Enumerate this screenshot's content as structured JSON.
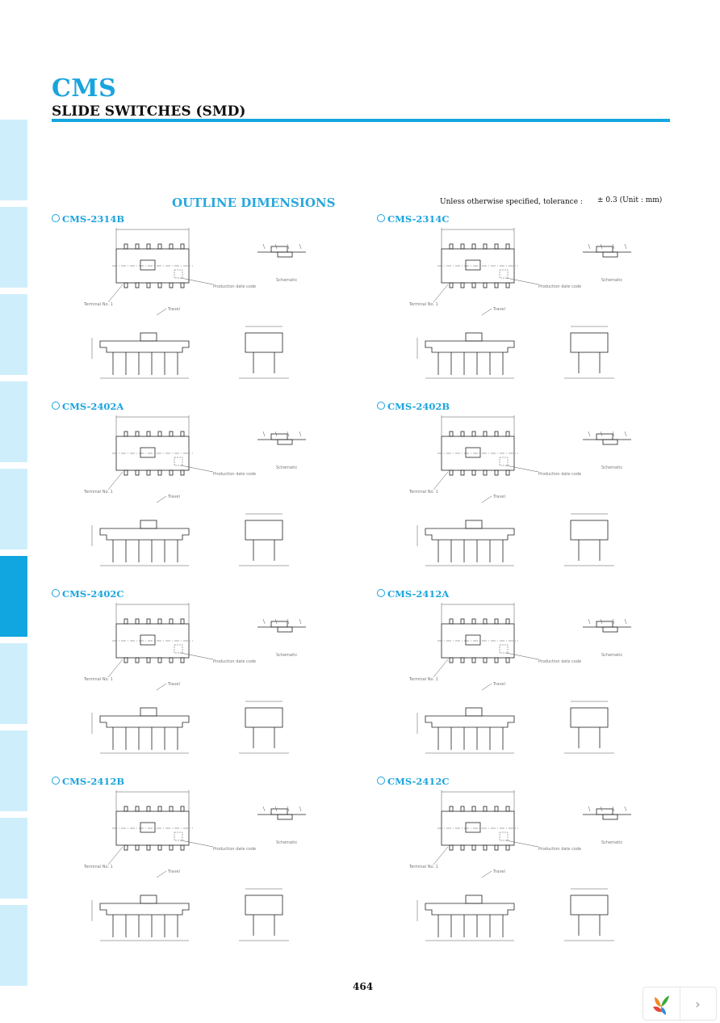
{
  "header": {
    "brand": "CMS",
    "subtitle": "SLIDE SWITCHES (SMD)"
  },
  "section": {
    "title": "OUTLINE DIMENSIONS",
    "tolerance_text": "Unless otherwise specified, tolerance :",
    "tolerance_value": "± 0.3 (Unit : mm)"
  },
  "labels": {
    "terminal": "Terminal No. 1",
    "production": "Production date code",
    "schematic": "Schematic",
    "travel": "Travel"
  },
  "models": [
    {
      "name": "CMS-2314B"
    },
    {
      "name": "CMS-2314C"
    },
    {
      "name": "CMS-2402A"
    },
    {
      "name": "CMS-2402B"
    },
    {
      "name": "CMS-2402C"
    },
    {
      "name": "CMS-2412A"
    },
    {
      "name": "CMS-2412B"
    },
    {
      "name": "CMS-2412C"
    }
  ],
  "footer": {
    "page_number": "464",
    "next_arrow": "›"
  },
  "colors": {
    "brand": "#1aa4dd",
    "tab_light": "#cfeefb",
    "tab_active": "#12a6e0"
  }
}
